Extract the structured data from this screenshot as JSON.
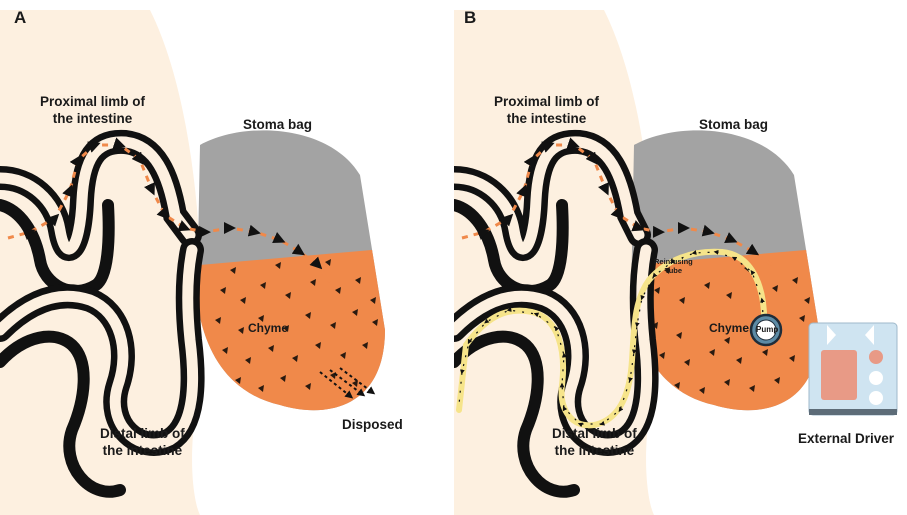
{
  "panel_a": {
    "letter": "A",
    "proximal_line1": "Proximal limb of",
    "proximal_line2": "the intestine",
    "stoma_bag": "Stoma bag",
    "chyme": "Chyme",
    "disposed": "Disposed",
    "distal_line1": "Distal limb of",
    "distal_line2": "the intestine"
  },
  "panel_b": {
    "letter": "B",
    "proximal_line1": "Proximal limb of",
    "proximal_line2": "the intestine",
    "stoma_bag": "Stoma bag",
    "reinfusing_line1": "Reinfusing",
    "reinfusing_line2": "Tube",
    "chyme": "Chyme",
    "pump": "Pump",
    "distal_line1": "Distal limb of",
    "distal_line2": "the intestine",
    "external_driver": "External Driver"
  },
  "colors": {
    "abdomen": "#fdf0e0",
    "intestine_wall": "#111111",
    "stoma_bag_empty": "#a3a3a3",
    "chyme": "#f0894a",
    "flange": "#f9bf52",
    "reinfusing_tube": "#f6e48a",
    "pump": "#5d8ba5",
    "external_driver_body": "#cfe4f1",
    "driver_pad": "#e89a86"
  }
}
